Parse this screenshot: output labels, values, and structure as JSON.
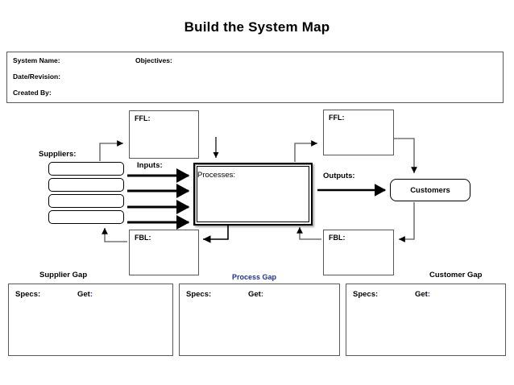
{
  "page": {
    "title": "Build the System Map"
  },
  "header": {
    "system_name_label": "System Name:",
    "objectives_label": "Objectives:",
    "date_revision_label": "Date/Revision:",
    "created_by_label": "Created By:"
  },
  "diagram": {
    "suppliers_label": "Suppliers:",
    "supplier_rows": [
      "",
      "",
      "",
      ""
    ],
    "inputs_label": "Inputs:",
    "processes_label": "Processes:",
    "outputs_label": "Outputs:",
    "customers_label": "Customers",
    "ffl_left_label": "FFL:",
    "ffl_right_label": "FFL:",
    "fbl_left_label": "FBL:",
    "fbl_right_label": "FBL:"
  },
  "gaps": {
    "supplier": {
      "caption": "Supplier Gap",
      "specs_label": "Specs:",
      "get_label": "Get",
      "get_colon": ":"
    },
    "process": {
      "caption": "Process Gap",
      "caption_color": "#1F3190",
      "specs_label": "Specs:",
      "get_label": "Get",
      "get_colon": ":"
    },
    "customer": {
      "caption": "Customer Gap",
      "specs_label": "Specs:",
      "get_label": "Get",
      "get_colon": ":"
    }
  },
  "colors": {
    "box_border": "#595959",
    "accent_blue": "#1F3190",
    "arrow": "#000000",
    "thin_connector": "#595959"
  }
}
